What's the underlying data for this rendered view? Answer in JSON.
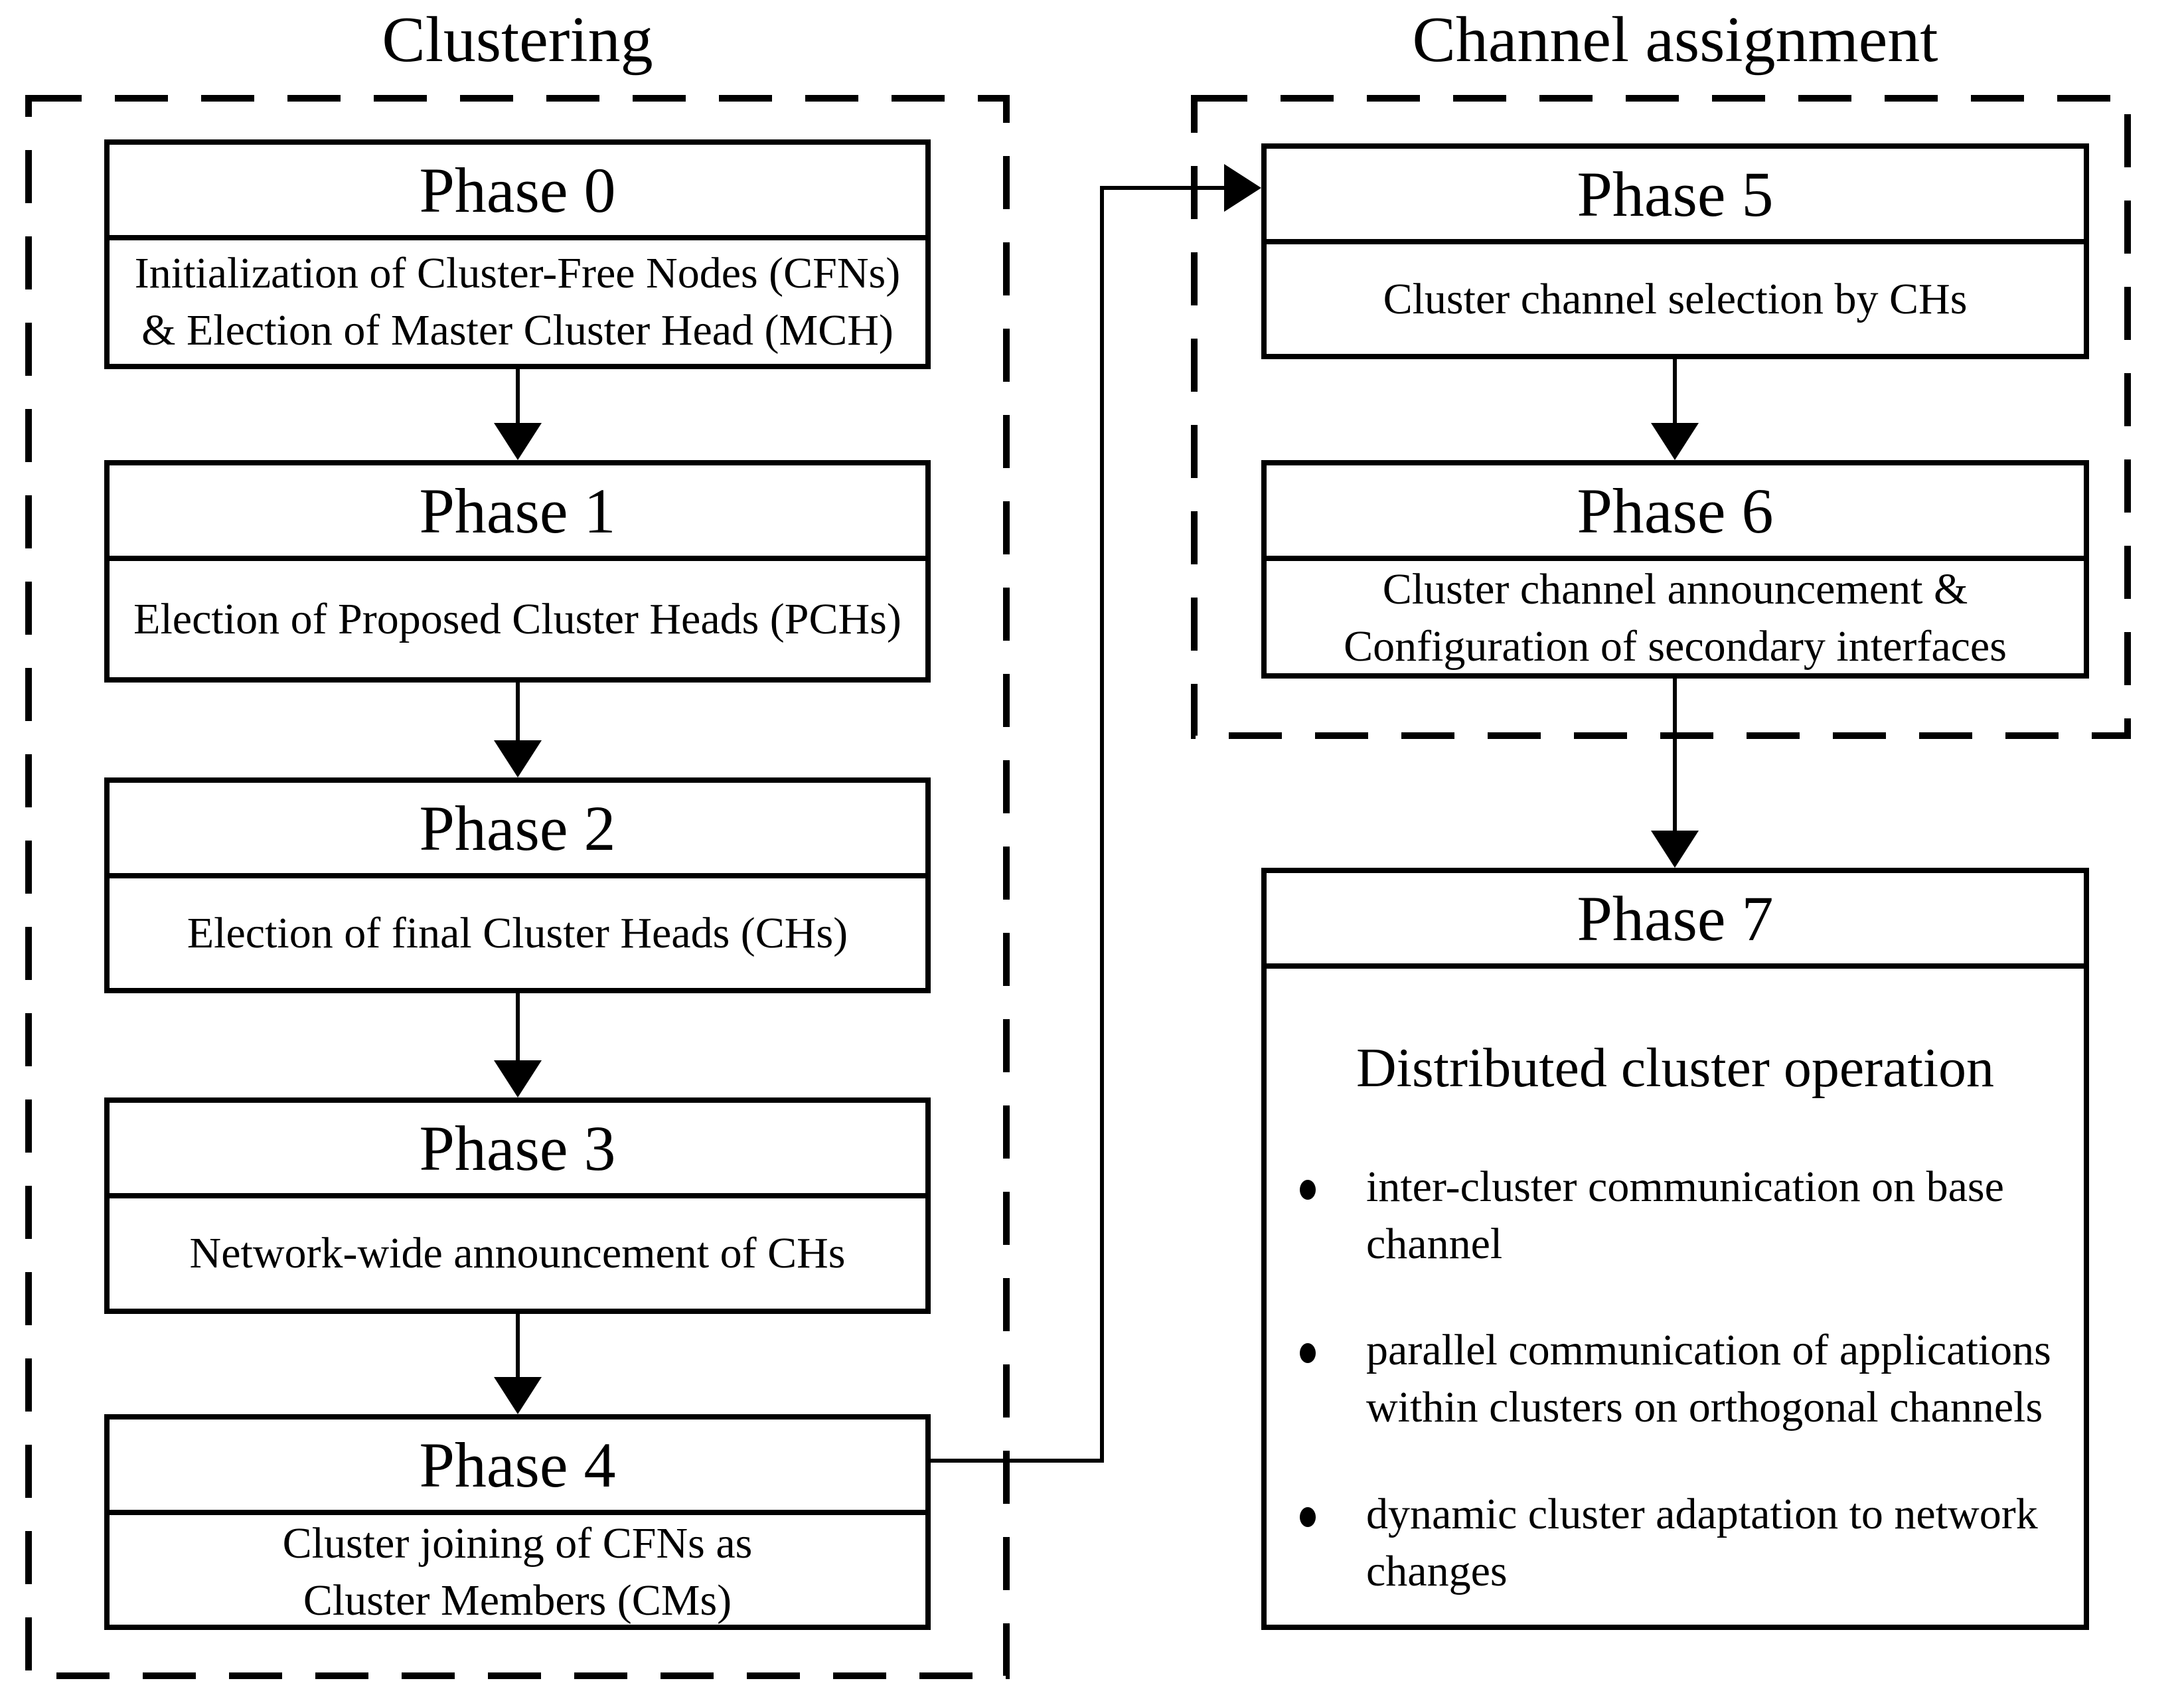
{
  "colors": {
    "ink": "#000000",
    "background": "#ffffff"
  },
  "clustering": {
    "title": "Clustering",
    "phases": [
      {
        "title": "Phase 0",
        "body_lines": [
          "Initialization of Cluster-Free Nodes (CFNs)",
          "& Election of Master Cluster Head (MCH)"
        ]
      },
      {
        "title": "Phase 1",
        "body_lines": [
          "Election of Proposed Cluster Heads (PCHs)"
        ]
      },
      {
        "title": "Phase 2",
        "body_lines": [
          "Election of final Cluster Heads (CHs)"
        ]
      },
      {
        "title": "Phase 3",
        "body_lines": [
          "Network-wide announcement of CHs"
        ]
      },
      {
        "title": "Phase 4",
        "body_lines": [
          "Cluster joining of CFNs as",
          "Cluster Members (CMs)"
        ]
      }
    ]
  },
  "channel_assignment": {
    "title": "Channel assignment",
    "phases": [
      {
        "title": "Phase 5",
        "body_lines": [
          "Cluster channel selection by CHs"
        ]
      },
      {
        "title": "Phase 6",
        "body_lines": [
          "Cluster channel announcement &",
          "Configuration of secondary interfaces"
        ]
      }
    ]
  },
  "operation": {
    "title": "Phase 7",
    "heading": "Distributed cluster operation",
    "bullets": [
      "inter-cluster communication on base channel",
      "parallel communication of applications within clusters on orthogonal channels",
      "dynamic cluster adaptation to network changes"
    ]
  }
}
